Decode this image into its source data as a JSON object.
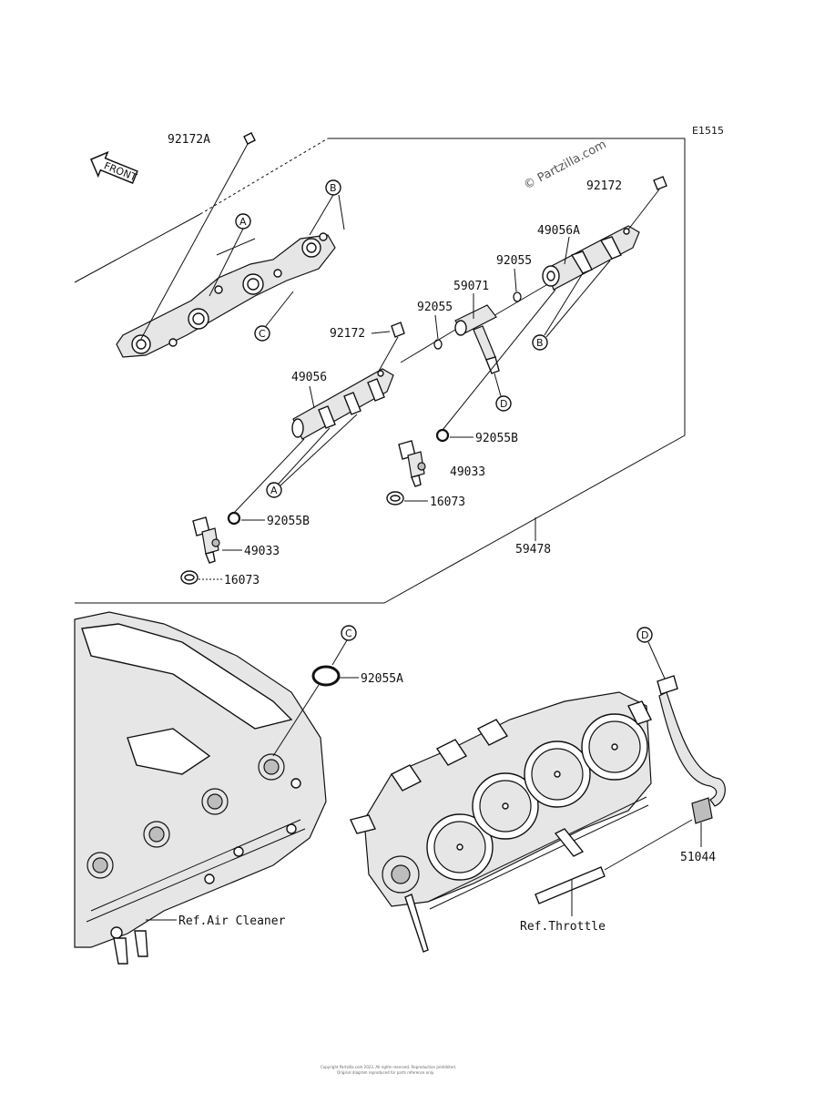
{
  "diagram_code": "E1515",
  "watermark": "© Partzilla.com",
  "front_label": "FRONT",
  "labels": {
    "p92172A": "92172A",
    "p92172_right": "92172",
    "p92172_mid": "92172",
    "p49056A": "49056A",
    "p92055_right": "92055",
    "p59071": "59071",
    "p92055_mid": "92055",
    "p49056": "49056",
    "p92055B_right": "92055B",
    "p49033_right": "49033",
    "p16073_right": "16073",
    "p92055B_left": "92055B",
    "p49033_left": "49033",
    "p16073_left": "16073",
    "p59478": "59478",
    "p92055A": "92055A",
    "p51044": "51044",
    "ref_air_cleaner": "Ref.Air Cleaner",
    "ref_throttle": "Ref.Throttle"
  },
  "callouts": {
    "A_top": "A",
    "B_top": "B",
    "C_top": "C",
    "B_right": "B",
    "D_mid": "D",
    "A_bottom": "A",
    "C_lower": "C",
    "D_lower": "D"
  },
  "footer_line1": "Copyright Partzilla.com 2023. All rights reserved. Reproduction prohibited.",
  "footer_line2": "Original diagram reproduced for parts reference only."
}
